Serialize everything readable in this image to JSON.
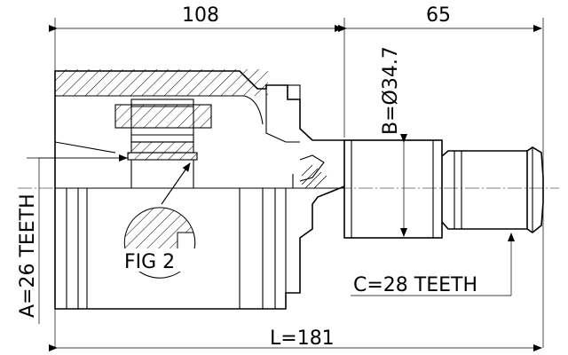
{
  "dimensions": {
    "flange_length": "108",
    "shaft_length": "65",
    "diameter_b": "B=Ø34.7",
    "teeth_a": "A=26 TEETH",
    "teeth_c": "C=28 TEETH",
    "total_length": "L=181"
  },
  "figure": {
    "detail_label": "FIG 2"
  }
}
